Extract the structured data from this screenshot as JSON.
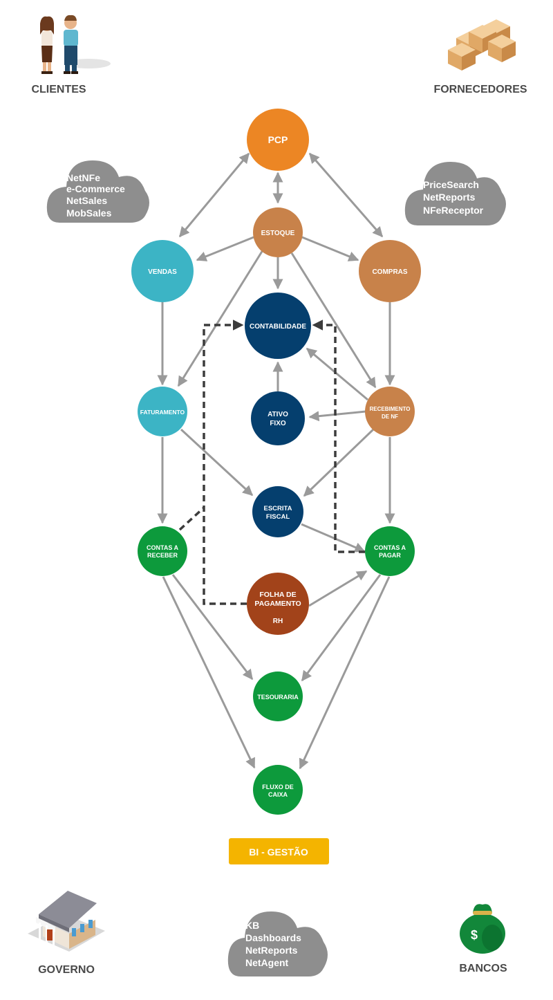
{
  "colors": {
    "orange": "#ec8624",
    "tan": "#c8824a",
    "teal": "#3cb4c5",
    "navy": "#053f6e",
    "green": "#0d9a3c",
    "brown": "#a2431a",
    "gold": "#f4b400",
    "cloud": "#8e8e8e",
    "arrow": "#9a9a9a",
    "dashed": "#3c3c3c",
    "label": "#4a4a4a"
  },
  "corners": {
    "clientes": "CLIENTES",
    "fornecedores": "FORNECEDORES",
    "governo": "GOVERNO",
    "bancos": "BANCOS"
  },
  "icons": {
    "clientes": "people-icon",
    "fornecedores": "boxes-icon",
    "governo": "building-icon",
    "bancos": "money-bag-icon",
    "money_symbol": "$"
  },
  "clouds": {
    "left": [
      "NetNFe",
      "e-Commerce",
      "NetSales",
      "MobSales"
    ],
    "right": [
      "PriceSearch",
      "NetReports",
      "NFeReceptor"
    ],
    "bottom": [
      "KB",
      "Dashboards",
      "NetReports",
      "NetAgent"
    ]
  },
  "nodes": {
    "pcp": [
      "PCP"
    ],
    "estoque": [
      "ESTOQUE"
    ],
    "vendas": [
      "VENDAS"
    ],
    "compras": [
      "COMPRAS"
    ],
    "contabilidade": [
      "CONTABILIDADE"
    ],
    "faturamento": [
      "FATURAMENTO"
    ],
    "ativo_fixo": [
      "ATIVO",
      "FIXO"
    ],
    "recebimento_nf": [
      "RECEBIMENTO",
      "DE NF"
    ],
    "escrita_fiscal": [
      "ESCRITA",
      "FISCAL"
    ],
    "contas_receber": [
      "CONTAS A",
      "RECEBER"
    ],
    "contas_pagar": [
      "CONTAS A",
      "PAGAR"
    ],
    "folha_pagamento": [
      "FOLHA DE",
      "PAGAMENTO",
      "RH"
    ],
    "tesouraria": [
      "TESOURARIA"
    ],
    "fluxo_caixa": [
      "FLUXO DE",
      "CAIXA"
    ]
  },
  "bi_button": "BI - GESTÃO"
}
